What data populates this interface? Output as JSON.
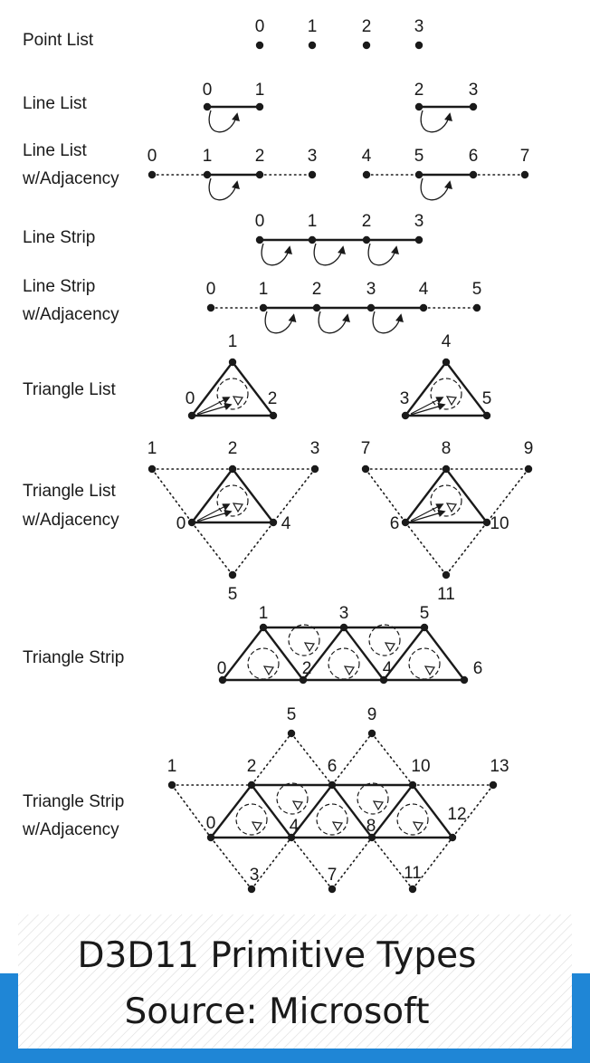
{
  "rows": [
    {
      "key": "point_list",
      "label_lines": [
        "Point List"
      ]
    },
    {
      "key": "line_list",
      "label_lines": [
        "Line List"
      ]
    },
    {
      "key": "line_list_adj",
      "label_lines": [
        "Line List",
        "w/Adjacency"
      ]
    },
    {
      "key": "line_strip",
      "label_lines": [
        "Line Strip"
      ]
    },
    {
      "key": "line_strip_adj",
      "label_lines": [
        "Line Strip",
        "w/Adjacency"
      ]
    },
    {
      "key": "triangle_list",
      "label_lines": [
        "Triangle List"
      ]
    },
    {
      "key": "triangle_list_adj",
      "label_lines": [
        "Triangle List",
        "w/Adjacency"
      ]
    },
    {
      "key": "triangle_strip",
      "label_lines": [
        "Triangle Strip"
      ]
    },
    {
      "key": "triangle_strip_adj",
      "label_lines": [
        "Triangle Strip",
        "w/Adjacency"
      ]
    }
  ],
  "vertex_labels": {
    "point_list": [
      "0",
      "1",
      "2",
      "3"
    ],
    "line_list": [
      "0",
      "1",
      "2",
      "3"
    ],
    "line_list_adj": [
      "0",
      "1",
      "2",
      "3",
      "4",
      "5",
      "6",
      "7"
    ],
    "line_strip": [
      "0",
      "1",
      "2",
      "3"
    ],
    "line_strip_adj": [
      "0",
      "1",
      "2",
      "3",
      "4",
      "5"
    ],
    "triangle_list": [
      "0",
      "1",
      "2",
      "3",
      "4",
      "5"
    ],
    "triangle_list_adj": [
      "0",
      "1",
      "2",
      "3",
      "4",
      "5",
      "6",
      "7",
      "8",
      "9",
      "10",
      "11"
    ],
    "triangle_strip": [
      "0",
      "1",
      "2",
      "3",
      "4",
      "5",
      "6"
    ],
    "triangle_strip_adj": [
      "0",
      "1",
      "2",
      "3",
      "4",
      "5",
      "6",
      "7",
      "8",
      "9",
      "10",
      "11",
      "12",
      "13"
    ]
  },
  "caption": {
    "line1": "D3D11 Primitive Types",
    "line2": "Source: Microsoft"
  },
  "colors": {
    "ink": "#1a1a1a",
    "banner": "#1f86d6",
    "stripe": "#dcdcdc"
  }
}
